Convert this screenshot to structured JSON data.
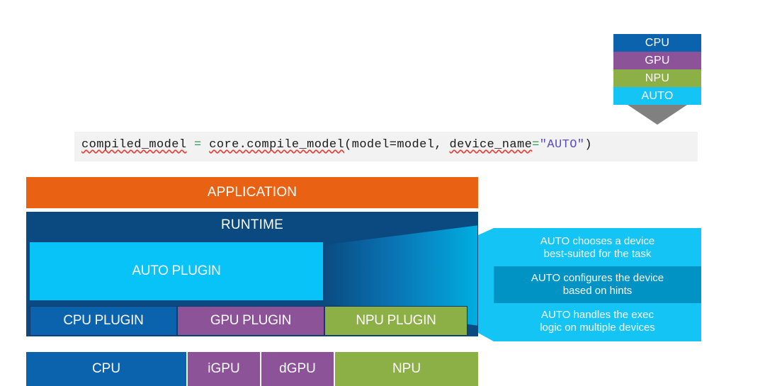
{
  "device_stack": {
    "items": [
      {
        "label": "CPU",
        "color": "#0B63AE"
      },
      {
        "label": "GPU",
        "color": "#8C5399"
      },
      {
        "label": "NPU",
        "color": "#8CAF46"
      },
      {
        "label": "AUTO",
        "color": "#13C4F5"
      }
    ],
    "arrow_color": "#808080"
  },
  "code": {
    "background": "#F2F2F2",
    "full_text": "compiled_model = core.compile_model(model=model, device_name=\"AUTO\")",
    "tokens": {
      "t0": "compiled_model",
      "t1": " ",
      "t2": "=",
      "t3": " ",
      "t4": "core.compile_model",
      "t5": "(model=model,",
      "t6": " ",
      "t7": "device_name",
      "t8": "=",
      "t9": "\"AUTO\"",
      "t10": ")"
    },
    "operator_color": "#2E9B57",
    "string_color": "#5B4BC4",
    "spellcheck_underline_color": "#E8413A"
  },
  "architecture": {
    "application": {
      "label": "APPLICATION",
      "color": "#E96214"
    },
    "runtime": {
      "label": "RUNTIME",
      "color": "#0A4A80"
    },
    "auto_plugin": {
      "label": "AUTO PLUGIN",
      "color": "#08C3F8"
    },
    "plugins": [
      {
        "label": "CPU PLUGIN",
        "color": "#0B63AE"
      },
      {
        "label": "GPU PLUGIN",
        "color": "#8C5399"
      },
      {
        "label": "NPU PLUGIN",
        "color": "#8CAF46"
      }
    ],
    "devices": [
      {
        "label": "CPU",
        "color": "#0B63AE"
      },
      {
        "label": "iGPU",
        "color": "#8C5399"
      },
      {
        "label": "dGPU",
        "color": "#8C5399"
      },
      {
        "label": "NPU",
        "color": "#8CAF46"
      }
    ]
  },
  "callout": {
    "background": "#13C4F5",
    "highlight_background": "#0093C4",
    "rows": [
      {
        "line1": "AUTO chooses a device",
        "line2": "best-suited for the task"
      },
      {
        "line1": "AUTO configures the device",
        "line2": "based on hints"
      },
      {
        "line1": "AUTO handles the exec",
        "line2": "logic on multiple devices"
      }
    ]
  }
}
